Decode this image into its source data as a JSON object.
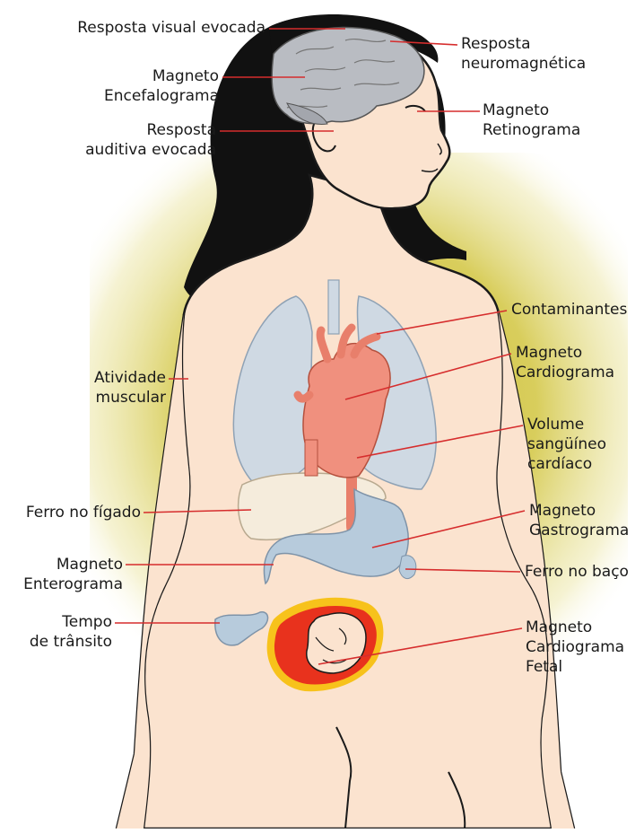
{
  "labels": {
    "resposta_visual": [
      "Resposta visual evocada"
    ],
    "resposta_neuromagnetica": [
      "Resposta",
      "neuromagnética"
    ],
    "magneto_encefalograma": [
      "Magneto",
      "Encefalograma"
    ],
    "magneto_retinograma": [
      "Magneto",
      "Retinograma"
    ],
    "resposta_auditiva": [
      "Resposta",
      "auditiva evocada"
    ],
    "contaminantes": [
      "Contaminantes"
    ],
    "atividade_muscular": [
      "Atividade",
      "muscular"
    ],
    "magneto_cardiograma": [
      "Magneto",
      "Cardiograma"
    ],
    "volume_sanguineo": [
      "Volume",
      "sangüíneo",
      "cardíaco"
    ],
    "ferro_figado": [
      "Ferro no fígado"
    ],
    "magneto_gastrograma": [
      "Magneto",
      "Gastrograma"
    ],
    "magneto_enterograma": [
      "Magneto",
      "Enterograma"
    ],
    "ferro_baco": [
      "Ferro no baço"
    ],
    "tempo_transito": [
      "Tempo",
      "de trânsito"
    ],
    "magneto_cardiograma_fetal": [
      "Magneto",
      "Cardiograma",
      "Fetal"
    ]
  },
  "colors": {
    "skin": "#fbe3cf",
    "outline": "#1a1a1a",
    "hair": "#111111",
    "brain": "#b9bcc2",
    "lung": "#cfd9e3",
    "heart": "#f0907e",
    "stomach": "#b7cbdc",
    "liver": "#f5ecdc",
    "womb_outer": "#f7c21b",
    "womb_inner": "#e8321d",
    "leader_line": "#d62d2d",
    "glow": "#c9bd2e"
  }
}
